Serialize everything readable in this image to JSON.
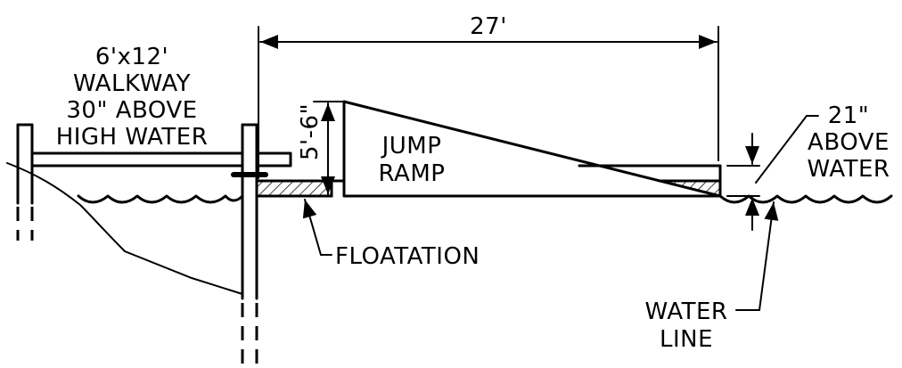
{
  "walkway_label": [
    "6'x12'",
    "WALKWAY",
    "30\" ABOVE",
    "HIGH WATER"
  ],
  "overall_length": "27'",
  "ramp_height": "5'-6\"",
  "ramp_label": [
    "JUMP",
    "RAMP"
  ],
  "freeboard_label": [
    "21\"",
    "ABOVE",
    "WATER"
  ],
  "floatation_label": "FLOATATION",
  "waterline_label": [
    "WATER",
    "LINE"
  ],
  "colors": {
    "ink": "#000000",
    "background": "#ffffff"
  }
}
